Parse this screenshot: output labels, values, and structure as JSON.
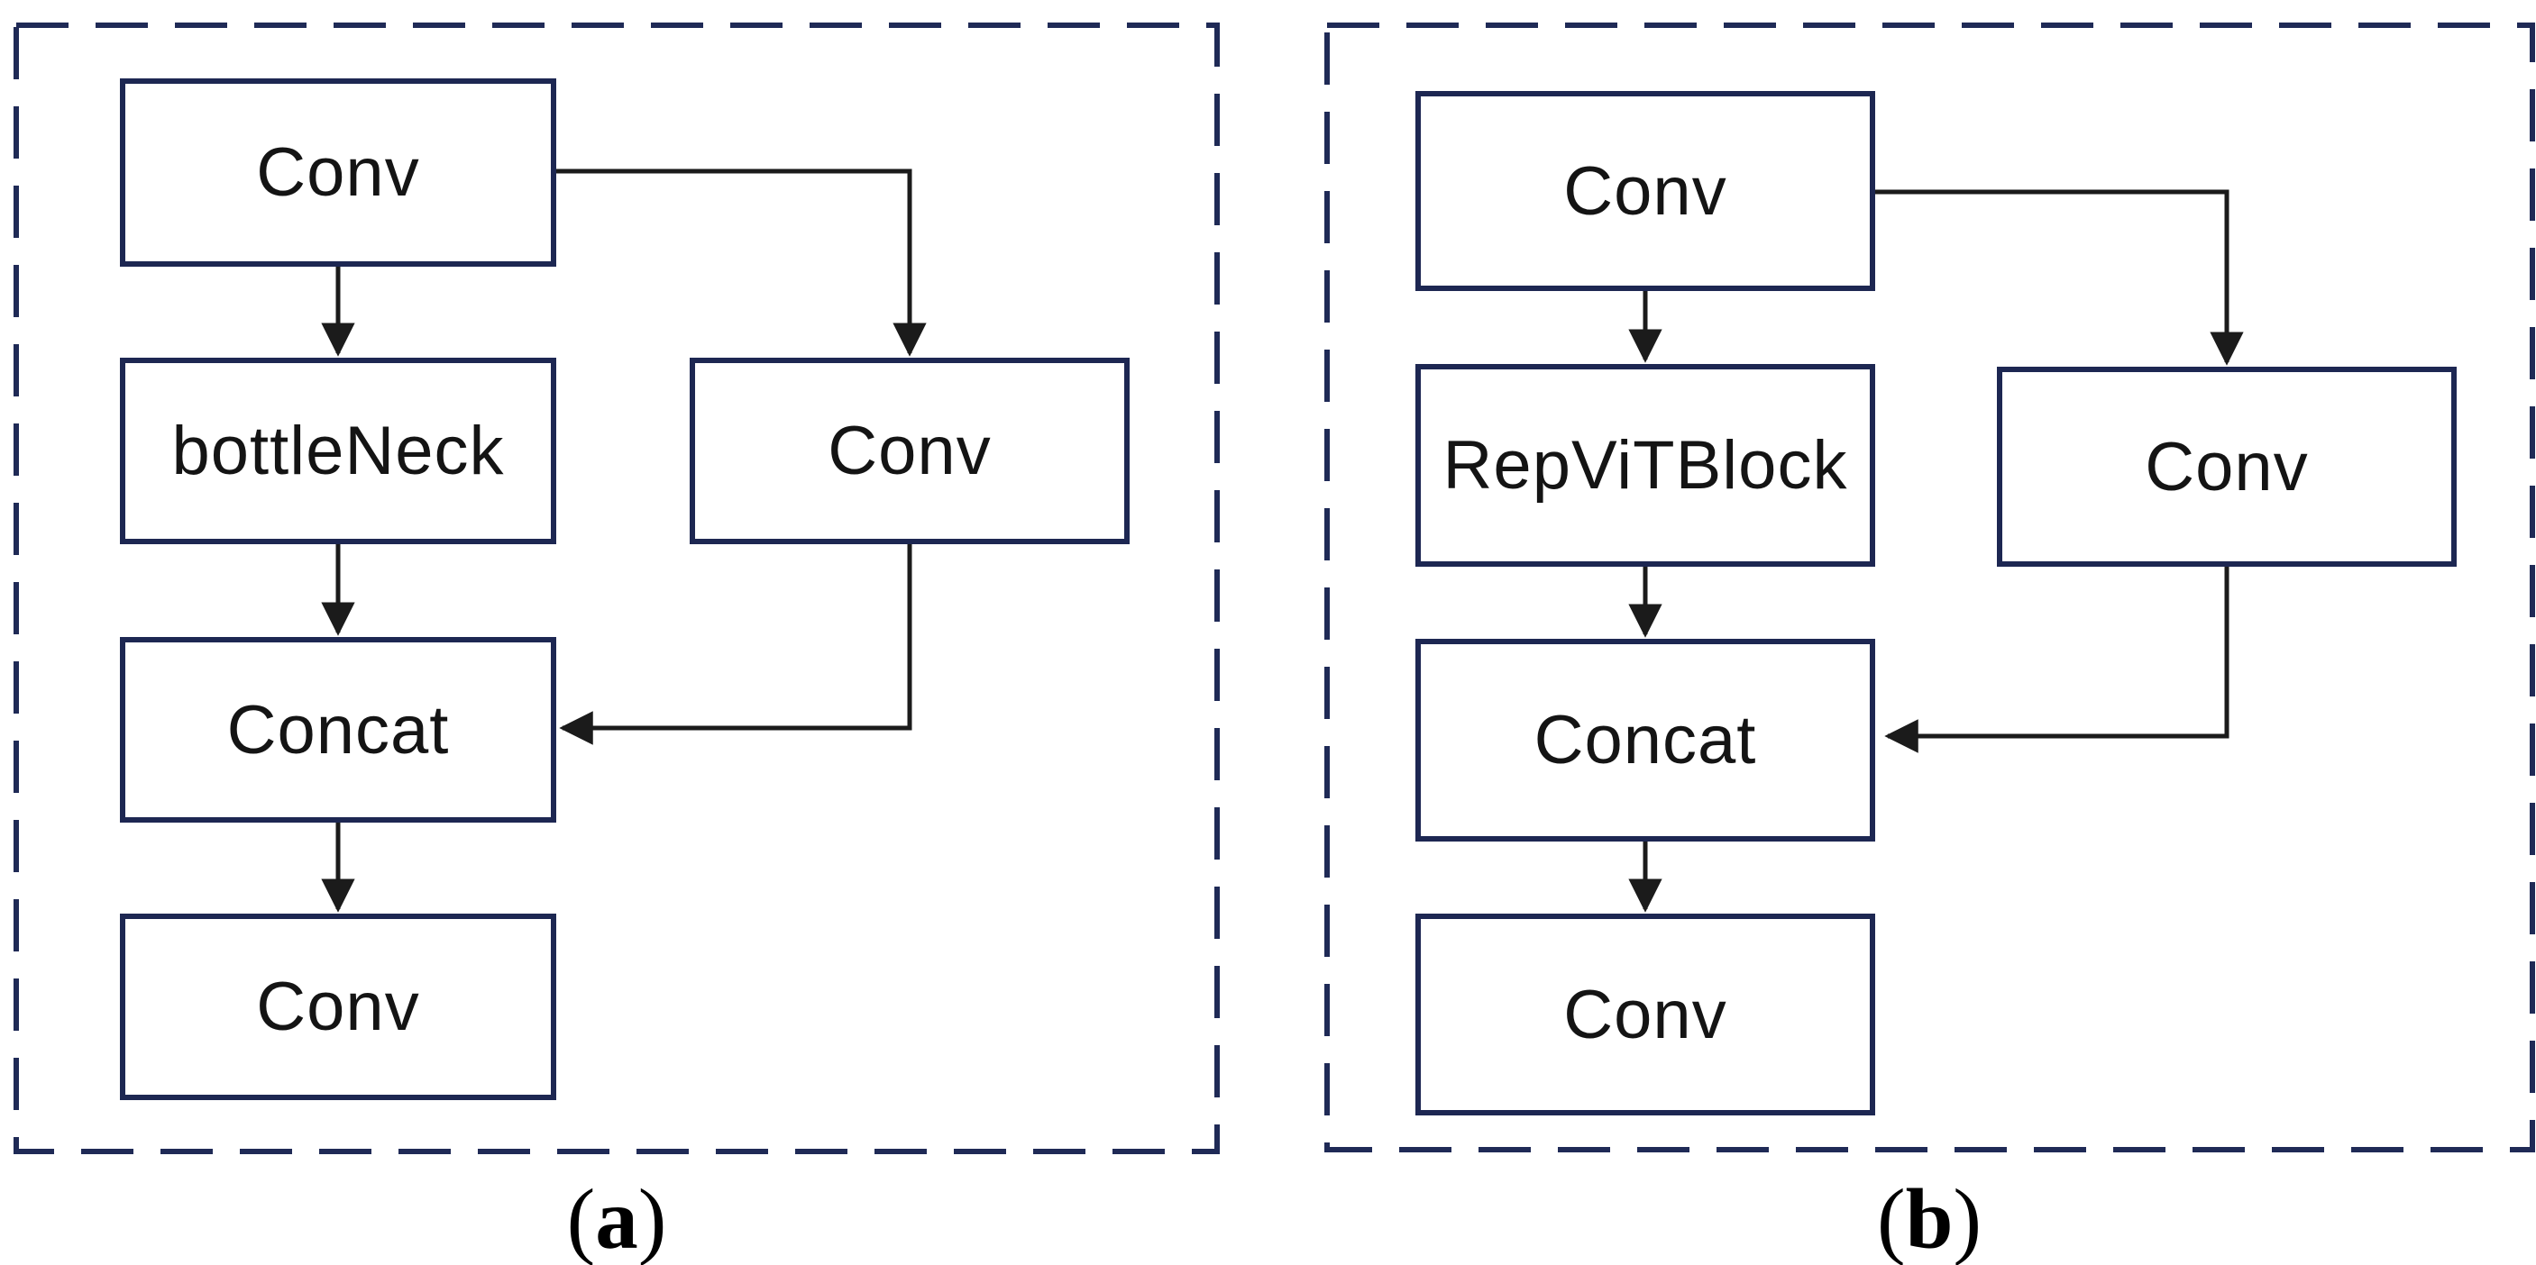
{
  "figure": {
    "panels": [
      {
        "id": "a",
        "caption": {
          "open": "(",
          "letter": "a",
          "close": ")"
        },
        "nodes": [
          {
            "id": "conv_in",
            "label": "Conv"
          },
          {
            "id": "bottleneck",
            "label": "bottleNeck"
          },
          {
            "id": "concat",
            "label": "Concat"
          },
          {
            "id": "conv_out",
            "label": "Conv"
          },
          {
            "id": "conv_branch",
            "label": "Conv"
          }
        ],
        "edges": [
          {
            "from": "conv_in",
            "to": "bottleneck"
          },
          {
            "from": "conv_in",
            "to": "conv_branch"
          },
          {
            "from": "bottleneck",
            "to": "concat"
          },
          {
            "from": "conv_branch",
            "to": "concat"
          },
          {
            "from": "concat",
            "to": "conv_out"
          }
        ]
      },
      {
        "id": "b",
        "caption": {
          "open": "(",
          "letter": "b",
          "close": ")"
        },
        "nodes": [
          {
            "id": "conv_in",
            "label": "Conv"
          },
          {
            "id": "repvitblock",
            "label": "RepViTBlock"
          },
          {
            "id": "concat",
            "label": "Concat"
          },
          {
            "id": "conv_out",
            "label": "Conv"
          },
          {
            "id": "conv_branch",
            "label": "Conv"
          }
        ],
        "edges": [
          {
            "from": "conv_in",
            "to": "repvitblock"
          },
          {
            "from": "conv_in",
            "to": "conv_branch"
          },
          {
            "from": "repvitblock",
            "to": "concat"
          },
          {
            "from": "conv_branch",
            "to": "concat"
          },
          {
            "from": "concat",
            "to": "conv_out"
          }
        ]
      }
    ]
  },
  "colors": {
    "panel-border": "#1f2a56",
    "node-border": "#1d2752",
    "line": "#1b1b1b",
    "text": "#141414",
    "bg": "#ffffff"
  }
}
